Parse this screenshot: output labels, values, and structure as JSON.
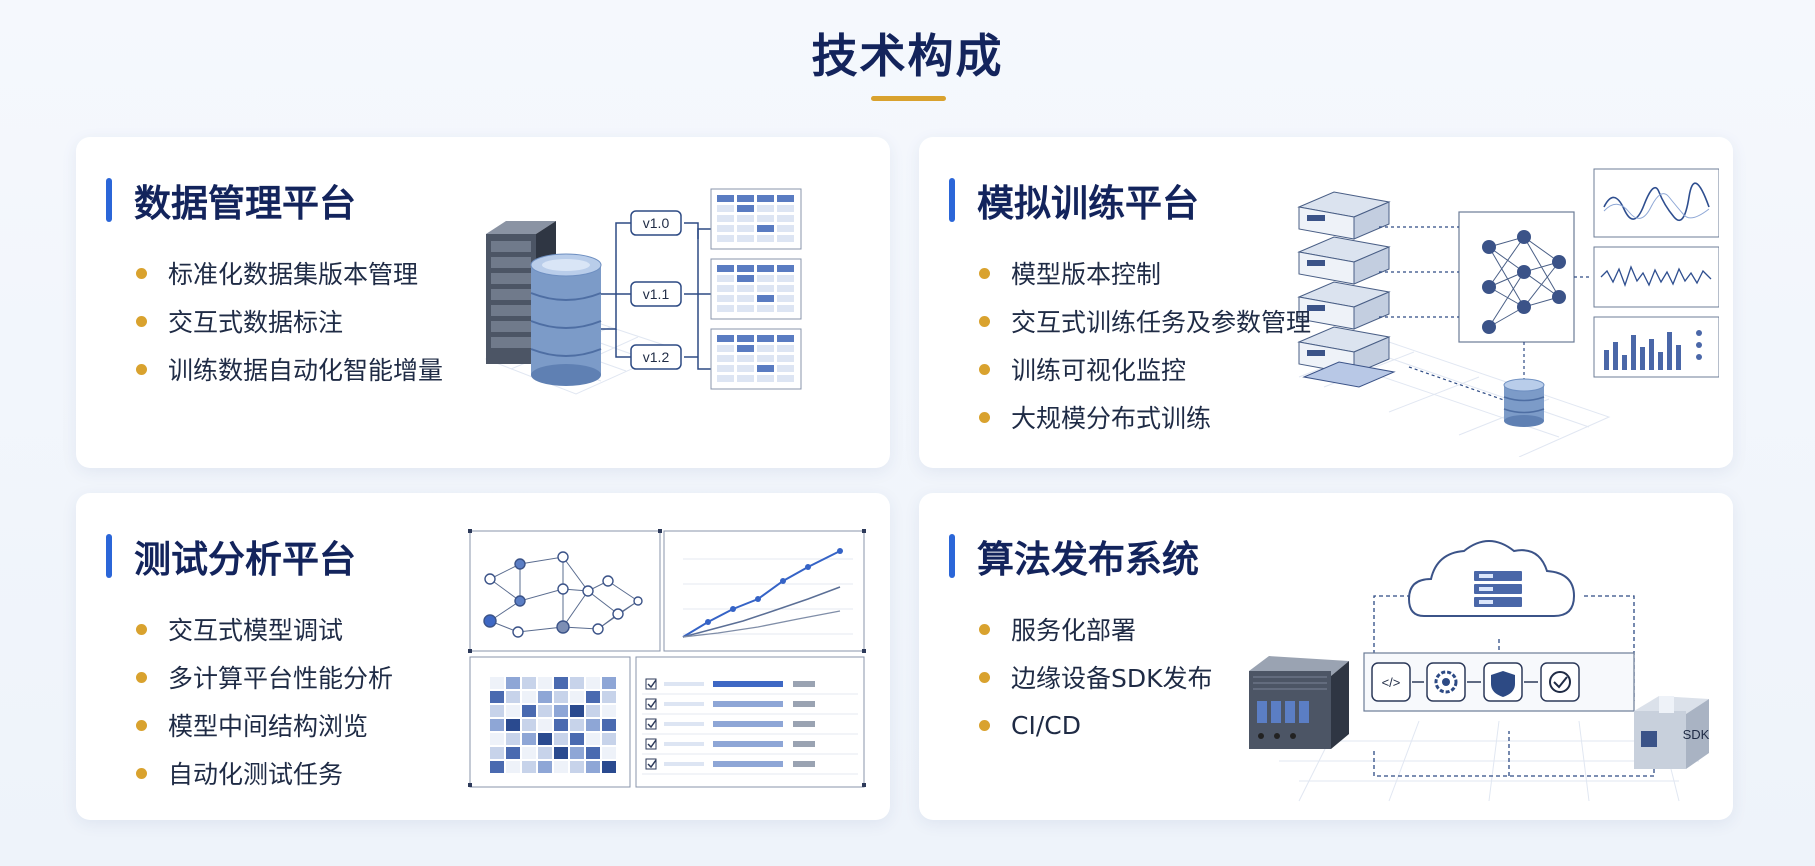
{
  "page": {
    "title": "技术构成"
  },
  "colors": {
    "accent_blue": "#2b66d8",
    "gold": "#d9a22e",
    "navy": "#13245c"
  },
  "cards": [
    {
      "title": "数据管理平台",
      "items": [
        "标准化数据集版本管理",
        "交互式数据标注",
        "训练数据自动化智能增量"
      ],
      "illustration": {
        "icons": [
          "server-rack-icon",
          "database-icon",
          "table-icon"
        ],
        "versions": [
          "v1.0",
          "v1.1",
          "v1.2"
        ]
      }
    },
    {
      "title": "模拟训练平台",
      "items": [
        "模型版本控制",
        "交互式训练任务及参数管理",
        "训练可视化监控",
        "大规模分布式训练"
      ],
      "illustration": {
        "icons": [
          "server-stack-icon",
          "neural-network-icon",
          "line-chart-icon",
          "bar-chart-icon",
          "database-icon"
        ]
      }
    },
    {
      "title": "测试分析平台",
      "items": [
        "交互式模型调试",
        "多计算平台性能分析",
        "模型中间结构浏览",
        "自动化测试任务"
      ],
      "illustration": {
        "icons": [
          "graph-network-icon",
          "line-chart-icon",
          "heatmap-icon",
          "checklist-icon"
        ]
      }
    },
    {
      "title": "算法发布系统",
      "items": [
        "服务化部署",
        "边缘设备SDK发布",
        "CI/CD"
      ],
      "illustration": {
        "icons": [
          "cloud-server-icon",
          "edge-device-icon",
          "code-icon",
          "gear-icon",
          "shield-icon",
          "check-icon",
          "sdk-box-icon"
        ],
        "box_label": "SDK"
      }
    }
  ]
}
